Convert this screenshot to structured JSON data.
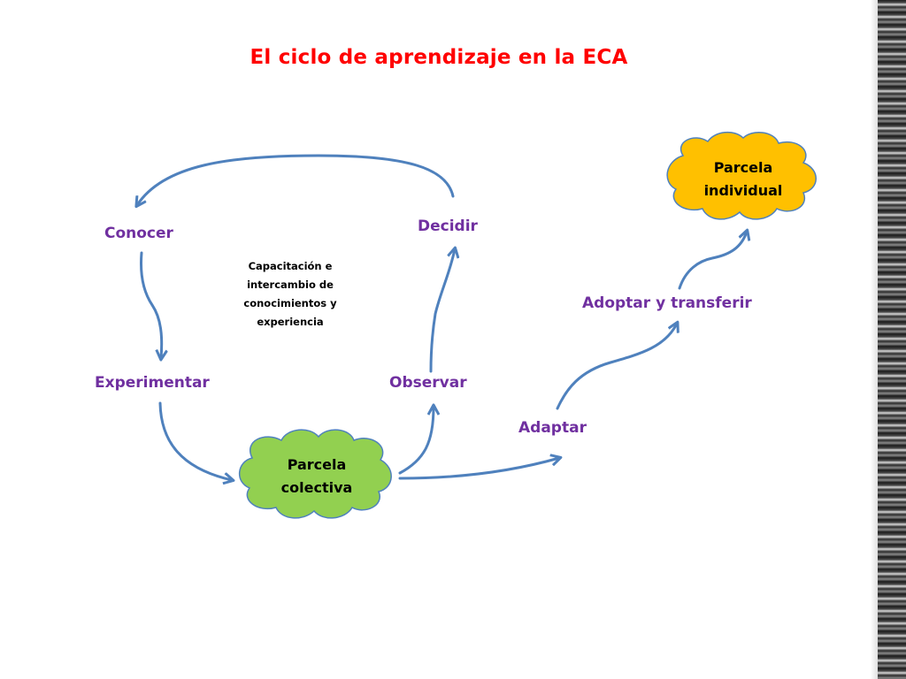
{
  "title": "El ciclo de aprendizaje en la ECA",
  "stages": {
    "conocer": "Conocer",
    "experimentar": "Experimentar",
    "observar": "Observar",
    "decidir": "Decidir",
    "adaptar": "Adaptar",
    "adoptar": "Adoptar y transferir"
  },
  "center_note": {
    "lines": [
      "Capacitación e",
      "intercambio de",
      "conocimientos y",
      "experiencia"
    ]
  },
  "clouds": {
    "colectiva": {
      "lines": [
        "Parcela",
        "colectiva"
      ],
      "color": "#92d050"
    },
    "individual": {
      "lines": [
        "Parcela",
        "individual"
      ],
      "color": "#ffc000"
    }
  },
  "colors": {
    "title": "#ff0000",
    "stage_labels": "#7030a0",
    "arrows": "#4f81bd"
  }
}
